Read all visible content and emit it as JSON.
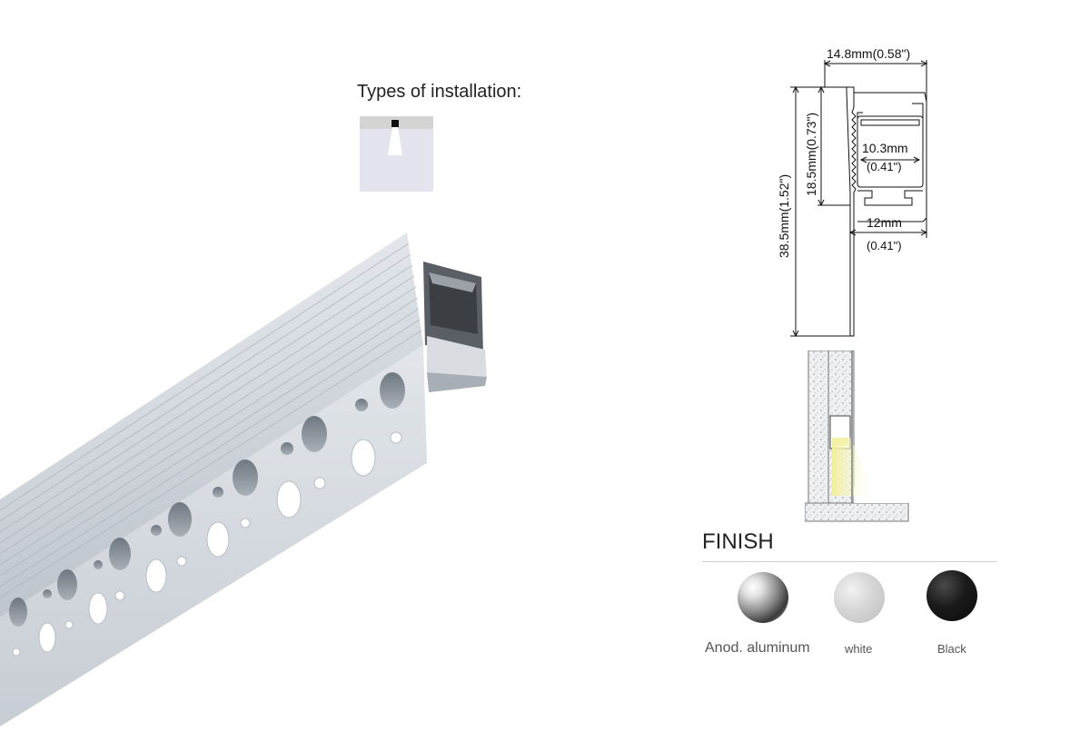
{
  "installation": {
    "title": "Types of installation:",
    "icon": "recessed-installation-icon"
  },
  "dimensions": {
    "total_width": "14.8mm(0.58\")",
    "height_total": "38.5mm(1.52\")",
    "height_inner": "18.5mm(0.73\")",
    "channel_width_mm": "10.3mm",
    "channel_width_in": "(0.41\")",
    "base_width_mm": "12mm",
    "base_width_in": "(0.41\")"
  },
  "finish": {
    "title": "FINISH",
    "options": [
      {
        "label": "Anod. aluminum",
        "color": "#9a9a9a"
      },
      {
        "label": "white",
        "color": "#d0d0d0"
      },
      {
        "label": "Black",
        "color": "#151515"
      }
    ]
  },
  "colors": {
    "aluminum_light": "#dfe3e8",
    "aluminum_mid": "#c4cad2",
    "aluminum_dark": "#8b939c",
    "diffuser_dark": "#3b3f44",
    "light_beam": "#f4f2a8"
  }
}
